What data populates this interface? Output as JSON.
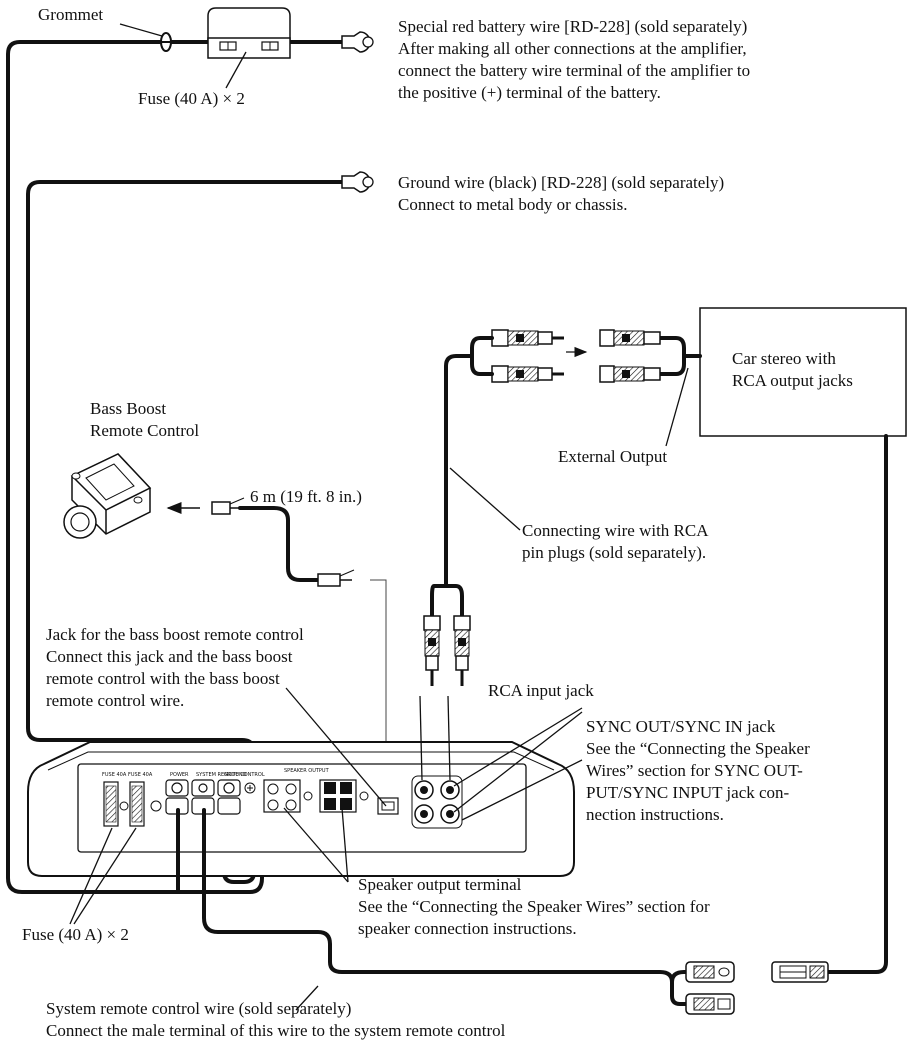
{
  "labels": {
    "grommet": "Grommet",
    "fuse_top": "Fuse (40 A) × 2",
    "battery_line1": "Special red battery wire [RD-228] (sold separately)",
    "battery_line2": "After making all other connections at the amplifier,",
    "battery_line3": "connect the battery wire terminal of the amplifier to",
    "battery_line4": "the positive (+) terminal of the battery.",
    "ground_line1": "Ground wire (black) [RD-228] (sold separately)",
    "ground_line2": "Connect to metal body or chassis.",
    "car_stereo_line1": "Car stereo with",
    "car_stereo_line2": "RCA output jacks",
    "external_output": "External Output",
    "bass_boost_line1": "Bass Boost",
    "bass_boost_line2": "Remote Control",
    "cable_length": "6 m (19 ft. 8 in.)",
    "rca_wire_line1": "Connecting wire with RCA",
    "rca_wire_line2": "pin plugs (sold separately).",
    "jack_line1": "Jack for the bass boost remote control",
    "jack_line2": "Connect this jack and the bass boost",
    "jack_line3": "remote control with the bass boost",
    "jack_line4": "remote control wire.",
    "rca_input": "RCA input jack",
    "sync_line1": "SYNC OUT/SYNC IN  jack",
    "sync_line2": "See the “Connecting the Speaker",
    "sync_line3": "Wires” section for SYNC OUT-",
    "sync_line4": "PUT/SYNC INPUT jack con-",
    "sync_line5": "nection instructions.",
    "speaker_line1": "Speaker output terminal",
    "speaker_line2": "See the “Connecting the Speaker Wires” section for",
    "speaker_line3": "speaker connection instructions.",
    "fuse_bottom": "Fuse (40 A) × 2",
    "system_line1": "System remote control wire (sold separately)",
    "system_line2": "Connect the male terminal of this wire to the system remote control"
  },
  "amp_panel": {
    "fuse1": "FUSE 40A",
    "fuse2": "FUSE 40A",
    "power": "POWER",
    "system_remote": "SYSTEM REMOTE CONTROL",
    "ground": "GROUND",
    "speaker_output": "SPEAKER OUTPUT"
  }
}
